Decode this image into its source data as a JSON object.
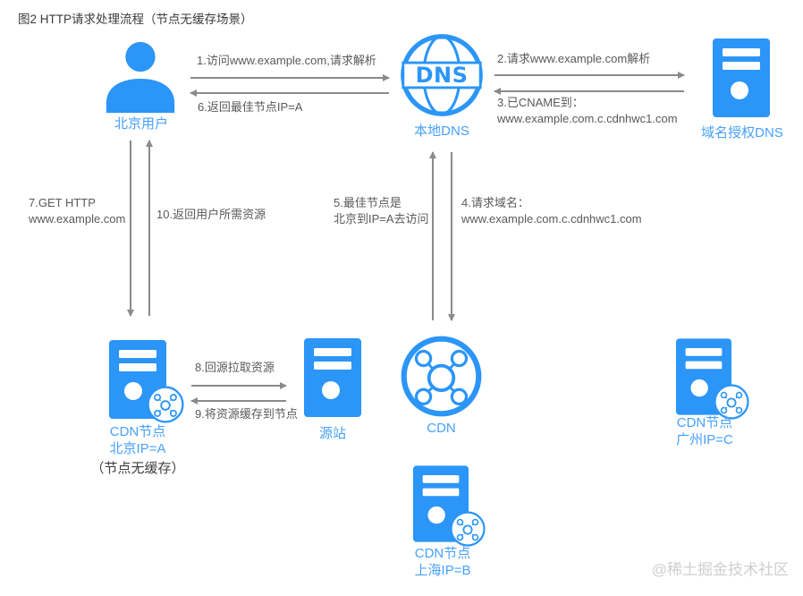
{
  "title": "图2 HTTP请求处理流程（节点无缓存场景）",
  "colors": {
    "icon_blue": "#2b95f8",
    "label_blue": "#46a1fc",
    "arrow_gray": "#8a8a8a",
    "step_text_gray": "#595959",
    "note_dark": "#3f3f3f",
    "watermark_gray": "#cfcfcf"
  },
  "nodes": {
    "user": {
      "label": "北京用户",
      "icon": "person-icon"
    },
    "local_dns": {
      "label": "本地DNS",
      "icon": "dns-globe-icon",
      "icon_text": "DNS"
    },
    "auth_dns": {
      "label": "域名授权DNS",
      "icon": "server-icon"
    },
    "cdn_node_beijing": {
      "line1": "CDN节点",
      "line2": "北京IP=A",
      "note": "（节点无缓存）",
      "icon": "server-icon-with-cdn-badge"
    },
    "origin": {
      "label": "源站",
      "icon": "server-icon"
    },
    "cdn": {
      "label": "CDN",
      "icon": "cdn-network-icon"
    },
    "cdn_node_guangzhou": {
      "line1": "CDN节点",
      "line2": "广州IP=C",
      "icon": "server-icon-with-cdn-badge"
    },
    "cdn_node_shanghai": {
      "line1": "CDN节点",
      "line2": "上海IP=B",
      "icon": "server-icon-with-cdn-badge"
    }
  },
  "steps": {
    "s1": "1.访问www.example.com,请求解析",
    "s2": "2.请求www.example.com解析",
    "s3a": "3.已CNAME到：",
    "s3b": "www.example.com.c.cdnhwc1.com",
    "s4a": "4.请求域名：",
    "s4b": "www.example.com.c.cdnhwc1.com",
    "s5a": "5.最佳节点是",
    "s5b": "北京到IP=A去访问",
    "s6": "6.返回最佳节点IP=A",
    "s7a": "7.GET HTTP",
    "s7b": "www.example.com",
    "s8": "8.回源拉取资源",
    "s9": "9.将资源缓存到节点",
    "s10": "10.返回用户所需资源"
  },
  "watermark": "@稀土掘金技术社区"
}
